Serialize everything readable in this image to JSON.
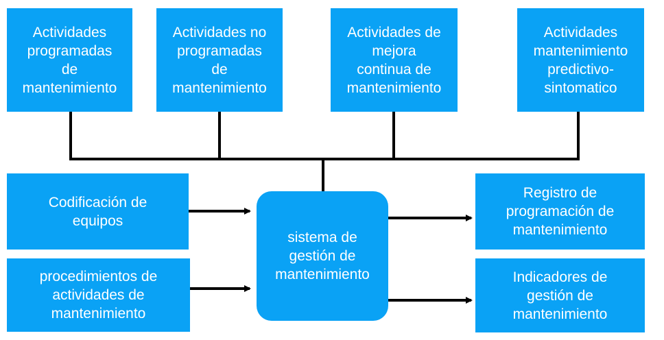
{
  "colors": {
    "box_fill": "#0aa2f5",
    "box_text": "#ffffff",
    "connector": "#000000"
  },
  "top_boxes": [
    "Actividades\nprogramadas\nde\nmantenimiento",
    "Actividades no\nprogramadas\nde\nmantenimiento",
    "Actividades de\nmejora\ncontinua de\nmantenimiento",
    "Actividades\nmantenimiento\npredictivo-\nsintomatico"
  ],
  "input_boxes": [
    "Codificación de\nequipos",
    "procedimientos de\nactividades de\nmantenimiento"
  ],
  "center_box": "sistema de\ngestión de\nmantenimiento",
  "output_boxes": [
    "Registro de\nprogramación de\nmantenimiento",
    "Indicadores de\ngestión de\nmantenimiento"
  ]
}
